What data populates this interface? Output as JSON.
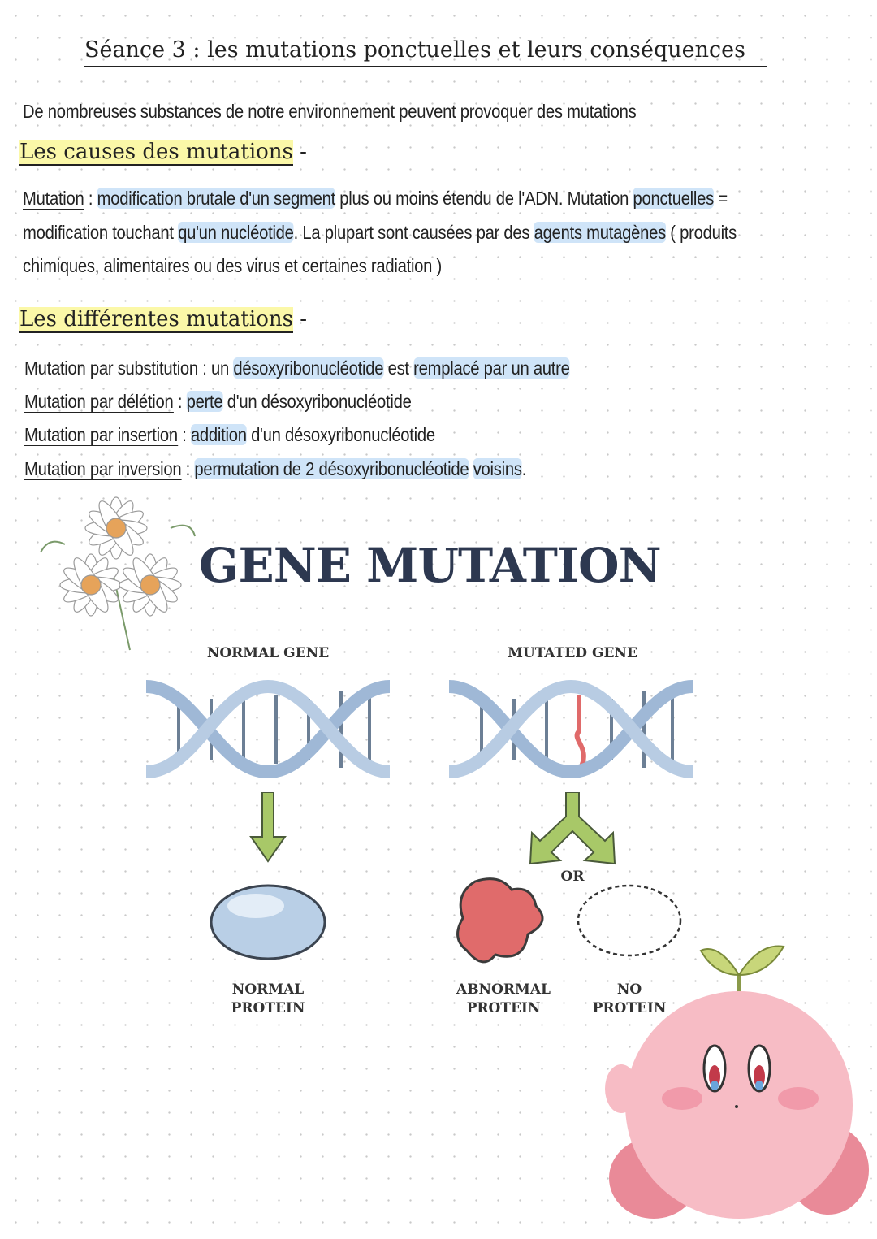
{
  "title": "Séance 3 : les mutations ponctuelles et leurs conséquences",
  "intro": "De nombreuses substances de notre environnement peuvent provoquer des mutations",
  "section1": {
    "heading": "Les causes des mutations",
    "dash": " -",
    "p": [
      "Mutation",
      " : ",
      "modification brutale d'un segment",
      " plus ou moins étendu de l'ADN. Mutation ",
      "ponctuelles",
      " =",
      "modification touchant ",
      "qu'un nucléotide",
      ". La plupart sont causées par des ",
      "agents mutagènes",
      " ( produits",
      "chimiques, alimentaires ou des virus et certaines radiation )"
    ]
  },
  "section2": {
    "heading": "Les différentes mutations",
    "dash": " -",
    "items": [
      {
        "term": "Mutation par substitution",
        "sep": " : un ",
        "a": "désoxyribonucléotide",
        "b": " est ",
        "c": "remplacé par un autre"
      },
      {
        "term": "Mutation par délétion",
        "sep": " : ",
        "a": "perte",
        "b": " d'un désoxyribonucléotide",
        "c": ""
      },
      {
        "term": "Mutation par insertion",
        "sep": " : ",
        "a": "addition",
        "b": " d'un désoxyribonucléotide",
        "c": ""
      },
      {
        "term": "Mutation par inversion",
        "sep": " : ",
        "a": "permutation de 2 désoxyribonucléotide",
        "b": " ",
        "c": "voisins",
        "d": "."
      }
    ]
  },
  "diagram": {
    "title": "GENE MUTATION",
    "normal_gene": "NORMAL GENE",
    "mutated_gene": "MUTATED GENE",
    "or": "OR",
    "normal_protein": [
      "NORMAL",
      "PROTEIN"
    ],
    "abnormal_protein": [
      "ABNORMAL",
      "PROTEIN"
    ],
    "no_protein": [
      "NO",
      "PROTEIN"
    ]
  },
  "colors": {
    "highlight_blue": "#cfe4f8",
    "highlight_yellow": "#fbf8a8",
    "dna": "#9fb8d6",
    "arrow": "#8fb84a"
  }
}
